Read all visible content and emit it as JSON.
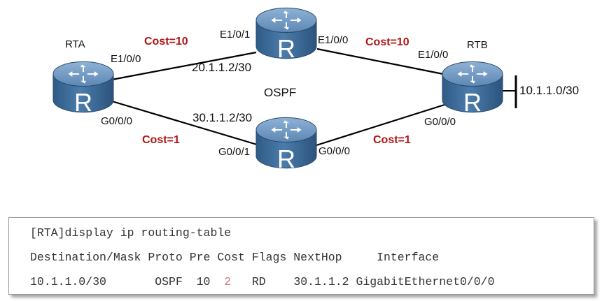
{
  "diagram": {
    "protocol_label": "OSPF",
    "routers": {
      "rta": {
        "name": "RTA",
        "glyph": "R"
      },
      "rtb": {
        "name": "RTB",
        "glyph": "R"
      },
      "top": {
        "glyph": "R"
      },
      "bottom": {
        "glyph": "R"
      }
    },
    "interfaces": {
      "rta_e100": "E1/0/0",
      "rta_g000": "G0/0/0",
      "top_e101": "E1/0/1",
      "top_e100": "E1/0/0",
      "rtb_e100": "E1/0/0",
      "rtb_g000": "G0/0/0",
      "bottom_g001": "G0/0/1",
      "bottom_g000": "G0/0/0"
    },
    "addresses": {
      "upper_link": "20.1.1.2/30",
      "lower_link": "30.1.1.2/30",
      "rtb_network": "10.1.1.0/30"
    },
    "costs": {
      "rta_top": "Cost=10",
      "top_rtb": "Cost=10",
      "rta_bottom": "Cost=1",
      "bottom_rtb": "Cost=1"
    },
    "colors": {
      "cost_text": "#b01515",
      "router_body": "#3d6c98",
      "router_top": "#6d96c1",
      "link": "#000000"
    }
  },
  "cli": {
    "command": "[RTA]display ip routing-table",
    "header": "Destination/Mask Proto Pre Cost Flags NextHop     Interface",
    "row": {
      "destination": "10.1.1.0/30",
      "proto": "OSPF",
      "pre": "10",
      "cost": "2",
      "flags": "RD",
      "nexthop": "30.1.1.2",
      "interface": "GigabitEthernet0/0/0"
    }
  }
}
